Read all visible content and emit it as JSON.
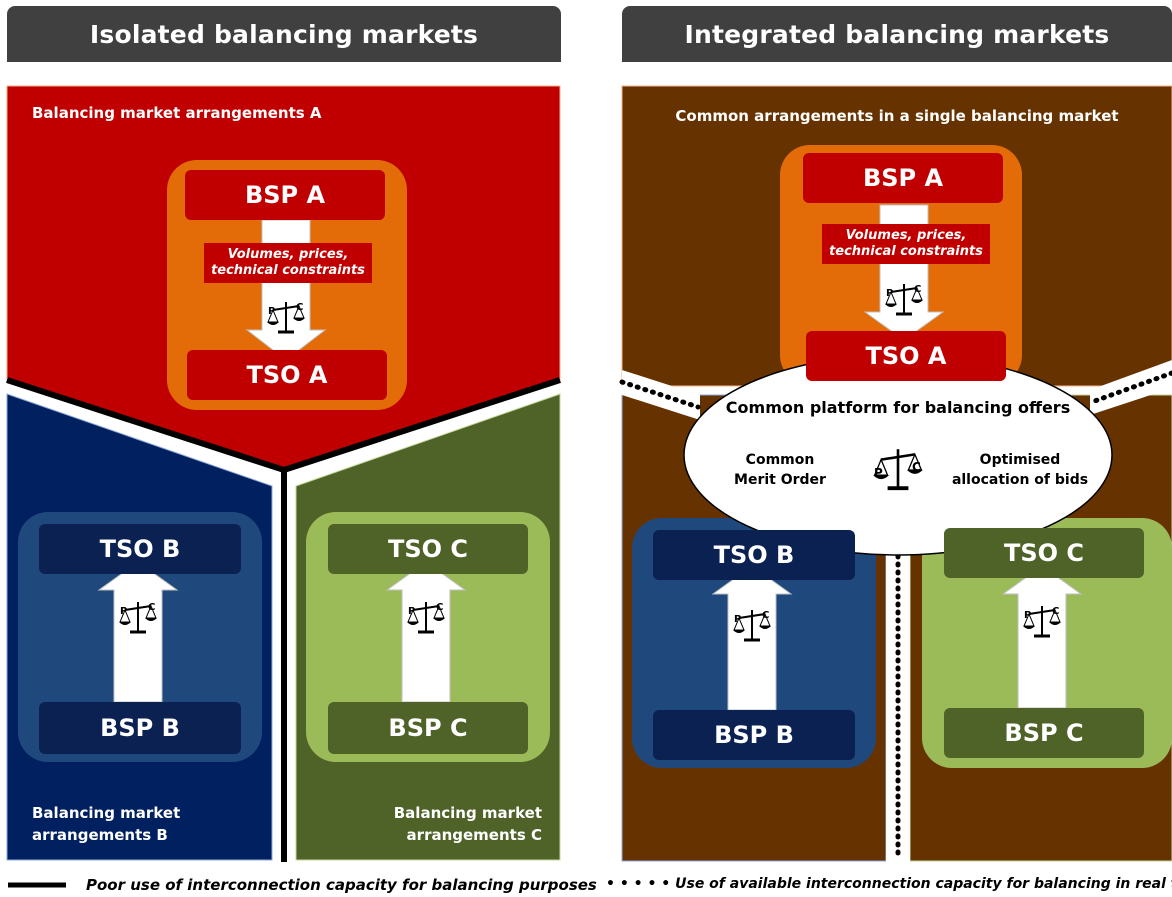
{
  "left": {
    "header": "Isolated balancing markets",
    "region_a_label": "Balancing market arrangements A",
    "region_b_label_line1": "Balancing market",
    "region_b_label_line2": "arrangements B",
    "region_c_label_line1": "Balancing market",
    "region_c_label_line2": "arrangements C",
    "bsp_a": "BSP A",
    "tso_a": "TSO A",
    "tso_b": "TSO B",
    "bsp_b": "BSP B",
    "tso_c": "TSO C",
    "bsp_c": "BSP C",
    "caption_line1": "Volumes, prices,",
    "caption_line2": "technical constraints"
  },
  "right": {
    "header": "Integrated balancing markets",
    "region_label": "Common arrangements in a single balancing market",
    "bsp_a": "BSP A",
    "tso_a": "TSO A",
    "tso_b": "TSO B",
    "bsp_b": "BSP B",
    "tso_c": "TSO C",
    "bsp_c": "BSP C",
    "caption_line1": "Volumes, prices,",
    "caption_line2": "technical constraints",
    "platform_title": "Common platform for balancing offers",
    "platform_left_line1": "Common",
    "platform_left_line2": "Merit Order",
    "platform_right_line1": "Optimised",
    "platform_right_line2": "allocation of bids"
  },
  "scale_labels": {
    "p": "P",
    "c": "C"
  },
  "legend": {
    "solid": "Poor use of interconnection capacity for balancing purposes",
    "dotted": "• • • • •  Use of available interconnection capacity for balancing in real time"
  },
  "colors": {
    "header_bg": "#404040",
    "region_a_red": "#c00000",
    "region_b_navy": "#002060",
    "region_c_olive": "#4f6228",
    "region_right_brown": "#663300",
    "rounded_orange": "#e36c09",
    "rounded_blue": "#1f497d",
    "rounded_green": "#9bbb59",
    "box_dark_navy": "#0b2152",
    "box_dark_olive": "#4f6228"
  }
}
